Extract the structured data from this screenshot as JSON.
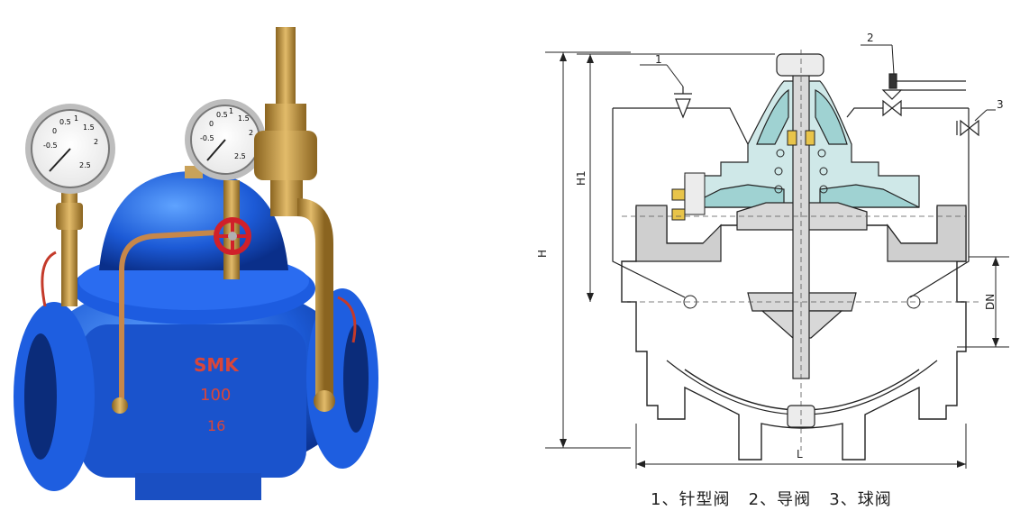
{
  "photo": {
    "brand": "SMK",
    "model_line1": "100",
    "model_line2": "16",
    "gauge_left": {
      "labels": [
        "-0.5",
        "0",
        "0.5",
        "1",
        "1.5",
        "2",
        "2.5"
      ]
    },
    "gauge_right": {
      "labels": [
        "-0.5",
        "0",
        "0.5",
        "1",
        "1.5",
        "2",
        "2.5"
      ]
    }
  },
  "drawing": {
    "dims": {
      "H": "H",
      "H1": "H1",
      "DN": "DN",
      "L": "L"
    },
    "callouts": {
      "c1": "1",
      "c2": "2",
      "c3": "3"
    },
    "colors": {
      "bonnet": "#cfe8e8",
      "bonnet_dark": "#9fd2d2",
      "body": "#cfcfcf",
      "stem": "#d8d8d8",
      "spring": "#e8c44a"
    }
  },
  "caption": {
    "item1": "1、针型阀",
    "item2": "2、导阀",
    "item3": "3、球阀"
  }
}
